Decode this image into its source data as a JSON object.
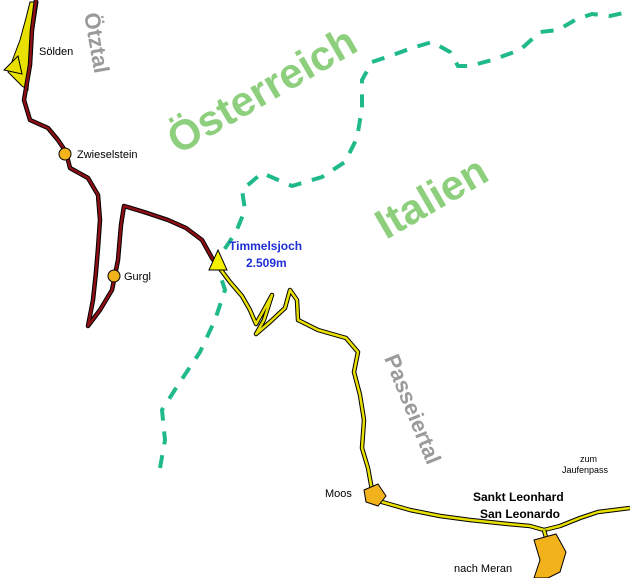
{
  "countries": {
    "austria": "Österreich",
    "italy": "Italien"
  },
  "valleys": {
    "oetztal": "Ötztal",
    "passeiertal": "Passeiertal"
  },
  "pass": {
    "name": "Timmelsjoch",
    "elevation": "2.509m"
  },
  "places": {
    "soelden": "Sölden",
    "zwieselstein": "Zwieselstein",
    "gurgl": "Gurgl",
    "moos": "Moos",
    "st_leonhard_de": "Sankt Leonhard",
    "st_leonhard_it": "San Leonardo",
    "nach_meran": "nach Meran",
    "zum": "zum",
    "jaufenpass": "Jaufenpass"
  },
  "colors": {
    "border": "#1fb98a",
    "road_austria": "#8b0f14",
    "road_italy": "#e8e000",
    "village": "#f2b21c",
    "country_label": "#8dcf7d",
    "valley_label": "#9a9a9a",
    "pass_label": "#1f2fd6"
  }
}
